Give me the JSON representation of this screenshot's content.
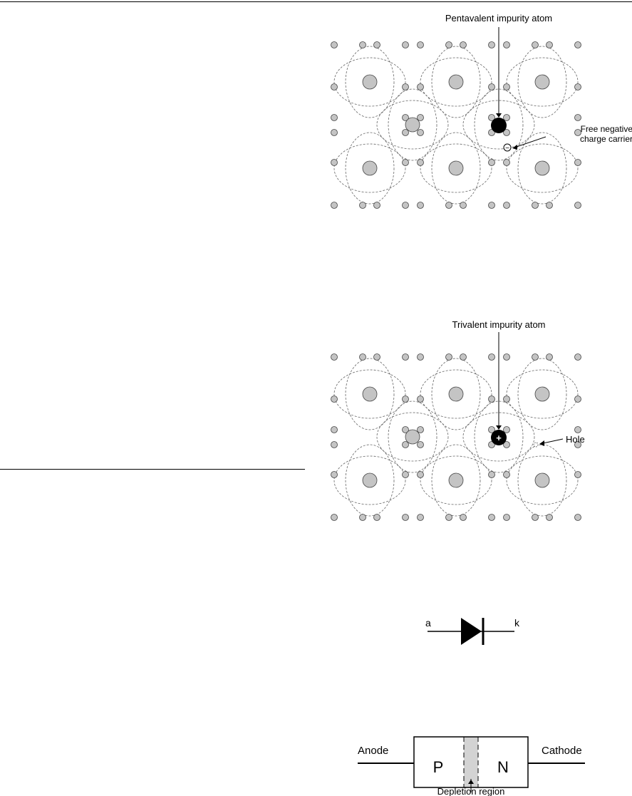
{
  "n_type": {
    "label_impurity": "Pentavalent impurity atom",
    "label_carrier_line1": "Free negative",
    "label_carrier_line2": "charge carrier",
    "carrier_symbol": "−"
  },
  "p_type": {
    "label_impurity": "Trivalent impurity atom",
    "label_hole": "Hole",
    "impurity_symbol": "+"
  },
  "diode_symbol": {
    "anode_letter": "a",
    "cathode_letter": "k"
  },
  "junction": {
    "left_terminal": "Anode",
    "right_terminal": "Cathode",
    "p_label": "P",
    "n_label": "N",
    "region_label": "Depletion region"
  },
  "colors": {
    "atom_fill": "#c4c4c4",
    "impurity_fill": "#000000",
    "depletion_fill": "#d3d3d3"
  }
}
